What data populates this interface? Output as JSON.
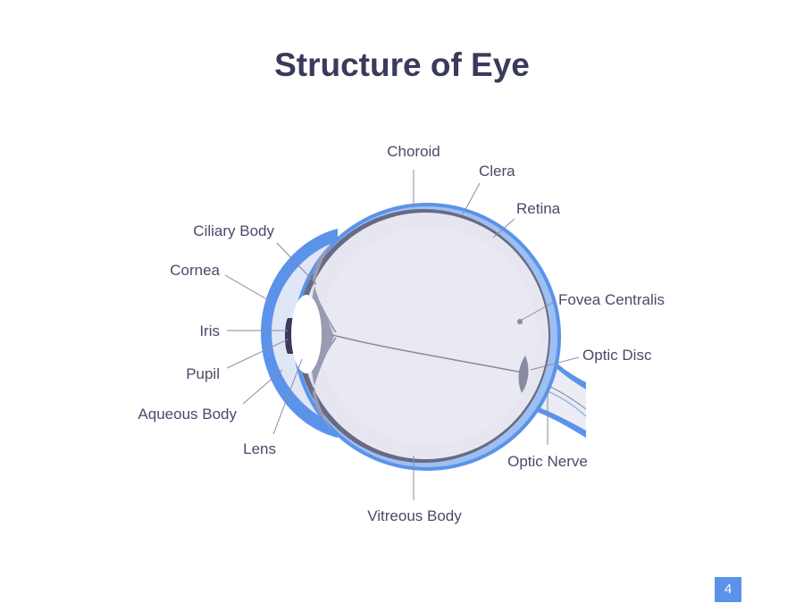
{
  "title": "Structure of Eye",
  "page_number": "4",
  "labels": {
    "choroid": "Choroid",
    "clera": "Clera",
    "retina": "Retina",
    "ciliary_body": "Ciliary Body",
    "cornea": "Cornea",
    "iris": "Iris",
    "pupil": "Pupil",
    "aqueous_body": "Aqueous Body",
    "lens": "Lens",
    "fovea_centralis": "Fovea Centralis",
    "optic_disc": "Optic Disc",
    "optic_nerve": "Optic Nerve",
    "vitreous_body": "Vitreous Body"
  },
  "colors": {
    "sclera": "#5b93ea",
    "sclera_light": "#9cc0f2",
    "choroid": "#6a6a84",
    "eyeball": "#e6e6f0",
    "text": "#4a4a6a",
    "title": "#3a3a5c"
  }
}
